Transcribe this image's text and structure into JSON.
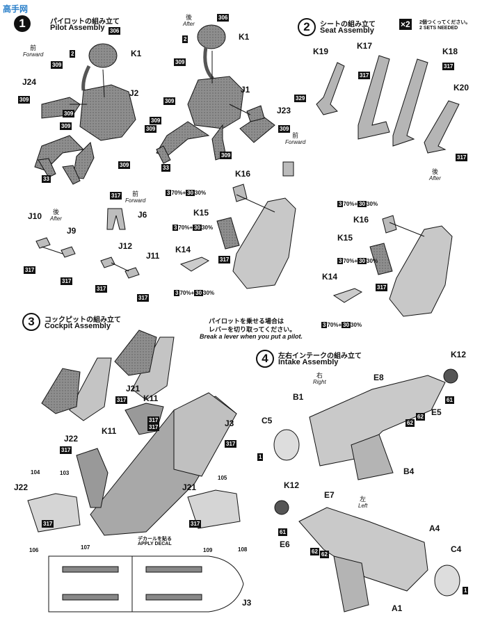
{
  "watermark": "高手网",
  "steps": {
    "s1": {
      "jp": "パイロットの組み立て",
      "en": "Pilot Assembly"
    },
    "s2": {
      "num": "2",
      "jp": "シートの組み立て",
      "en": "Seat Assembly",
      "qty": "×2",
      "qty_jp": "2個つくってください。",
      "qty_en": "2 SETS NEEDED"
    },
    "s3": {
      "num": "3",
      "jp": "コックピットの組み立て",
      "en": "Cockpit Assembly"
    },
    "s4": {
      "num": "4",
      "jp": "左右インテークの組み立て",
      "en": "Intake Assembly"
    }
  },
  "directions": {
    "fwd1": {
      "jp": "前",
      "en": "Forward"
    },
    "aft1": {
      "jp": "後",
      "en": "After"
    },
    "fwd2": {
      "jp": "前",
      "en": "Forward"
    },
    "aft2": {
      "jp": "後",
      "en": "After"
    },
    "fwd3": {
      "jp": "前",
      "en": "Forward"
    },
    "aft3": {
      "jp": "後",
      "en": "After"
    },
    "right": {
      "jp": "右",
      "en": "Right"
    },
    "left": {
      "jp": "左",
      "en": "Left"
    }
  },
  "pilot_note": {
    "jp1": "パイロットを乗せる場合は",
    "jp2": "レバーを切り取ってください。",
    "en": "Break a lever when you put a pilot."
  },
  "decal_note": {
    "jp": "デカールを貼る",
    "en": "APPLY DECAL"
  },
  "mix": "70%+",
  "mix2": "30%",
  "codes": {
    "c2": "2",
    "c3": "3",
    "c1": "1",
    "c30": "30"
  },
  "colors": {
    "c306": "306",
    "c309": "309",
    "c33": "33",
    "c317": "317",
    "c329": "329",
    "c61": "61",
    "c62": "62"
  },
  "decals": {
    "d104": "104",
    "d103": "103",
    "d105": "105",
    "d106": "106",
    "d107": "107",
    "d109": "109",
    "d108": "108"
  },
  "parts": {
    "K1a": "K1",
    "J2": "J2",
    "J24": "J24",
    "K1b": "K1",
    "J1": "J1",
    "J23": "J23",
    "K19": "K19",
    "K17": "K17",
    "K18": "K18",
    "K20": "K20",
    "K16a": "K16",
    "K15a": "K15",
    "K14a": "K14",
    "K16b": "K16",
    "K15b": "K15",
    "K14b": "K14",
    "J10": "J10",
    "J9": "J9",
    "J6": "J6",
    "J12": "J12",
    "J11": "J11",
    "J21a": "J21",
    "K11a": "K11",
    "K11b": "K11",
    "J3a": "J3",
    "J22a": "J22",
    "J22b": "J22",
    "J21b": "J21",
    "J3b": "J3",
    "E8": "E8",
    "B1": "B1",
    "C5": "C5",
    "E5": "E5",
    "B4": "B4",
    "K12a": "K12",
    "K12b": "K12",
    "E7": "E7",
    "E6": "E6",
    "A4": "A4",
    "C4": "C4",
    "A1": "A1"
  }
}
